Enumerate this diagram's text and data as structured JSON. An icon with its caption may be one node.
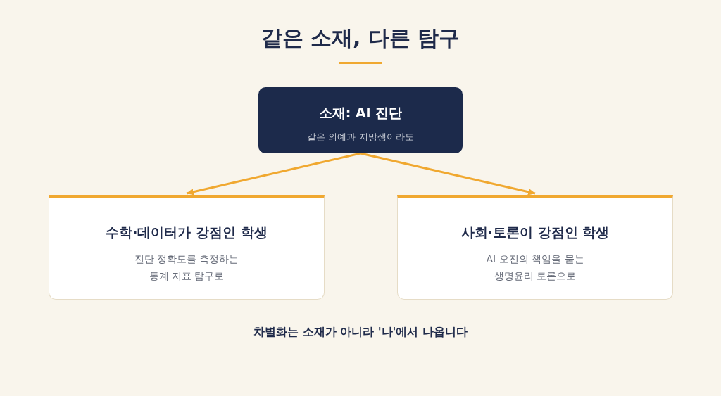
{
  "diagram": {
    "title": "같은 소재, 다른 탐구",
    "nodes": [
      {
        "text": [
          "소재: AI 진단",
          "같은 의예과 지망생이라도"
        ]
      },
      {
        "text": [
          "수학·데이터가 강점인 학생",
          "진단 정확도를 측정하는 통계 지표 탐구로"
        ]
      },
      {
        "text": [
          "사회·토론이 강점인 학생",
          "AI 오진의 책임을 묻는 생명윤리 토론으로"
        ]
      }
    ],
    "edges": [
      {
        "from": 0,
        "to": 1,
        "arrow": "to"
      },
      {
        "from": 0,
        "to": 2,
        "arrow": "to"
      }
    ],
    "labels": [
      "차별화는 소재가 아니라 '나'에서 나옵니다"
    ]
  }
}
